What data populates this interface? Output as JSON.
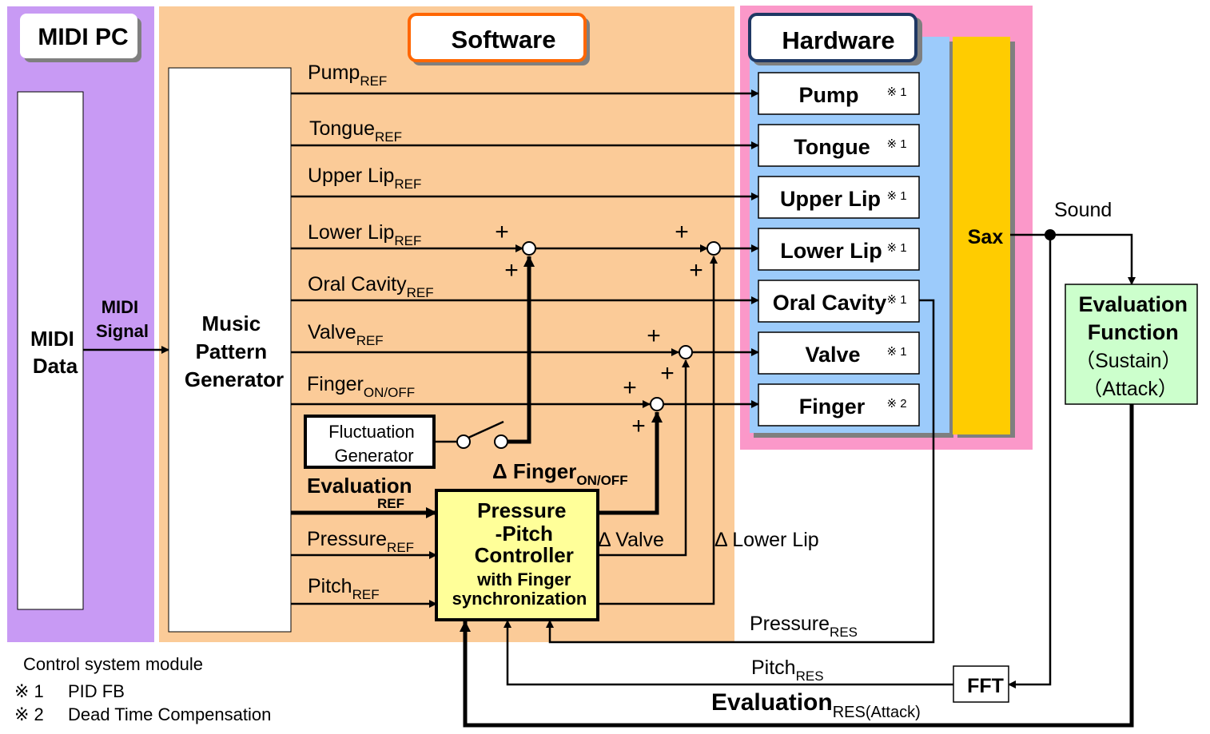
{
  "panels": {
    "midi_pc": "MIDI PC",
    "software": "Software",
    "hardware": "Hardware"
  },
  "blocks": {
    "midi_data": [
      "MIDI",
      "Data"
    ],
    "midi_signal": [
      "MIDI",
      "Signal"
    ],
    "music_pattern_generator": [
      "Music",
      "Pattern",
      "Generator"
    ],
    "fluctuation_generator": [
      "Fluctuation",
      "Generator"
    ],
    "controller": [
      "Pressure",
      "-Pitch",
      "Controller",
      "with Finger",
      "synchronization"
    ],
    "sax": "Sax",
    "evaluation_function": [
      "Evaluation",
      "Function",
      "（Sustain）",
      "（Attack）"
    ],
    "fft": "FFT"
  },
  "hardware_items": [
    {
      "label": "Pump",
      "note": "※ 1"
    },
    {
      "label": "Tongue",
      "note": "※ 1"
    },
    {
      "label": "Upper Lip",
      "note": "※ 1"
    },
    {
      "label": "Lower Lip",
      "note": "※ 1"
    },
    {
      "label": "Oral Cavity",
      "note": "※ 1"
    },
    {
      "label": "Valve",
      "note": "※ 1"
    },
    {
      "label": "Finger",
      "note": "※ 2"
    }
  ],
  "signals": {
    "pump_ref": {
      "base": "Pump",
      "sub": "REF"
    },
    "tongue_ref": {
      "base": "Tongue",
      "sub": "REF"
    },
    "upper_lip_ref": {
      "base": "Upper Lip",
      "sub": "REF"
    },
    "lower_lip_ref": {
      "base": "Lower Lip",
      "sub": "REF"
    },
    "oral_cavity_ref": {
      "base": "Oral Cavity",
      "sub": "REF"
    },
    "valve_ref": {
      "base": "Valve",
      "sub": "REF"
    },
    "finger_on_off": {
      "base": "Finger",
      "sub": "ON/OFF"
    },
    "evaluation_ref": {
      "base": "Evaluation",
      "sub": "REF"
    },
    "pressure_ref": {
      "base": "Pressure",
      "sub": "REF"
    },
    "pitch_ref": {
      "base": "Pitch",
      "sub": "REF"
    },
    "delta_finger": {
      "base": "Δ Finger",
      "sub": "ON/OFF"
    },
    "delta_valve": "Δ Valve",
    "delta_lower_lip": "Δ Lower Lip",
    "pressure_res": {
      "base": "Pressure",
      "sub": "RES"
    },
    "pitch_res": {
      "base": "Pitch",
      "sub": "RES"
    },
    "evaluation_res": {
      "base": "Evaluation",
      "sub": "RES(Attack)"
    },
    "sound": "Sound"
  },
  "sign": "+",
  "legend": {
    "title": "Control system module",
    "items": [
      {
        "mark": "※ 1",
        "text": "PID FB"
      },
      {
        "mark": "※ 2",
        "text": "Dead Time Compensation"
      }
    ]
  },
  "colors": {
    "midi_pc_bg": "#c89af4",
    "software_bg": "#fbcb98",
    "hardware_bg": "#fb98c9",
    "hardware_inner": "#9ccbfb",
    "sax": "#ffcc00",
    "eval_function": "#ccffcc",
    "controller": "#ffff99",
    "software_title_border": "#ff6600",
    "hardware_title_border": "#1f3864"
  }
}
